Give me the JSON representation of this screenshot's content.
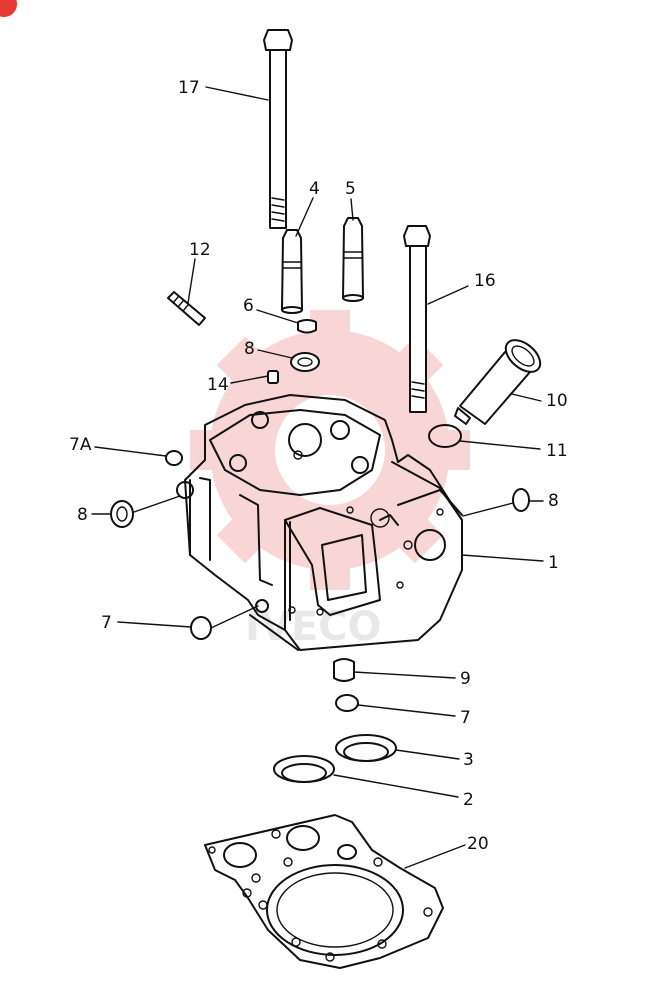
{
  "callouts": [
    {
      "id": "c17",
      "text": "17"
    },
    {
      "id": "c4",
      "text": "4"
    },
    {
      "id": "c5",
      "text": "5"
    },
    {
      "id": "c12",
      "text": "12"
    },
    {
      "id": "c16",
      "text": "16"
    },
    {
      "id": "c6",
      "text": "6"
    },
    {
      "id": "c8a",
      "text": "8"
    },
    {
      "id": "c14",
      "text": "14"
    },
    {
      "id": "c10",
      "text": "10"
    },
    {
      "id": "c11",
      "text": "11"
    },
    {
      "id": "c7A",
      "text": "7A"
    },
    {
      "id": "c8b",
      "text": "8"
    },
    {
      "id": "c8c",
      "text": "8"
    },
    {
      "id": "c1",
      "text": "1"
    },
    {
      "id": "c7a",
      "text": "7"
    },
    {
      "id": "c9",
      "text": "9"
    },
    {
      "id": "c7b",
      "text": "7"
    },
    {
      "id": "c3",
      "text": "3"
    },
    {
      "id": "c2",
      "text": "2"
    },
    {
      "id": "c20",
      "text": "20"
    }
  ],
  "colors": {
    "line": "#111111",
    "watermark": "#e53935",
    "badge": "#e53935"
  }
}
